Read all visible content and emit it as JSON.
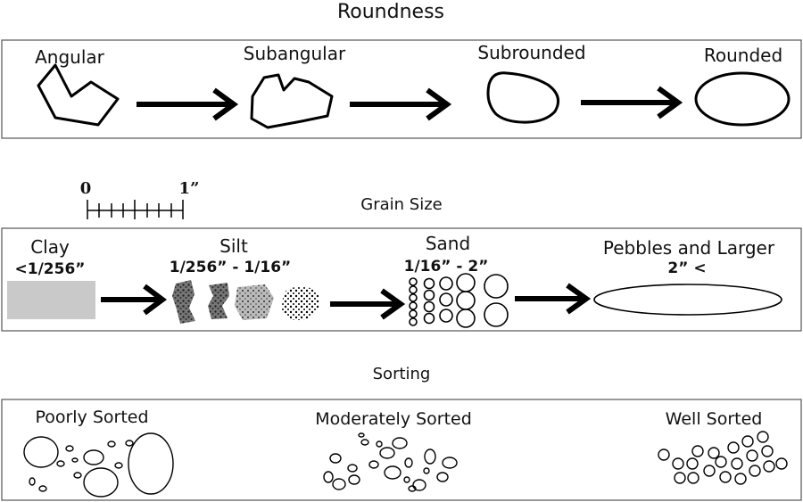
{
  "roundness": {
    "title": "Roundness",
    "labels": [
      "Angular",
      "Subangular",
      "Subrounded",
      "Rounded"
    ]
  },
  "grain_size": {
    "title": "Grain Size",
    "scale": {
      "start": "0",
      "end": "1”"
    },
    "classes": [
      {
        "name": "Clay",
        "range": "<1/256”"
      },
      {
        "name": "Silt",
        "range": "1/256” - 1/16”"
      },
      {
        "name": "Sand",
        "range": "1/16” - 2”"
      },
      {
        "name": "Pebbles and Larger",
        "range": "2” <"
      }
    ]
  },
  "sorting": {
    "title": "Sorting",
    "labels": [
      "Poorly Sorted",
      "Moderately Sorted",
      "Well Sorted"
    ]
  }
}
